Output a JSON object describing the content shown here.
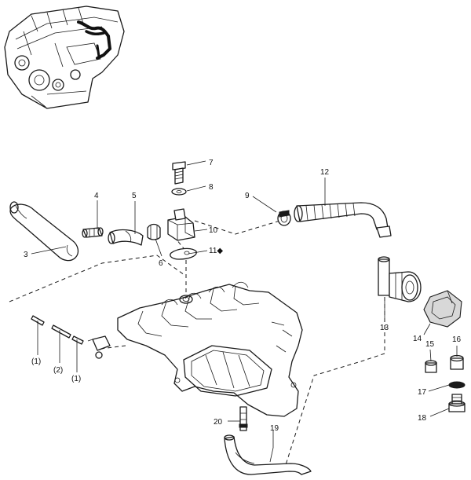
{
  "callouts": [
    {
      "id": "c7",
      "text": "7"
    },
    {
      "id": "c8",
      "text": "8"
    },
    {
      "id": "c12",
      "text": "12"
    },
    {
      "id": "c4",
      "text": "4"
    },
    {
      "id": "c5",
      "text": "5"
    },
    {
      "id": "c9",
      "text": "9"
    },
    {
      "id": "c10",
      "text": "10"
    },
    {
      "id": "c11",
      "text": "11◆"
    },
    {
      "id": "c3",
      "text": "3"
    },
    {
      "id": "c6",
      "text": "6"
    },
    {
      "id": "c13",
      "text": "13"
    },
    {
      "id": "c14",
      "text": "14"
    },
    {
      "id": "c15",
      "text": "15"
    },
    {
      "id": "c16",
      "text": "16"
    },
    {
      "id": "c17",
      "text": "17"
    },
    {
      "id": "c18",
      "text": "18"
    },
    {
      "id": "c20",
      "text": "20"
    },
    {
      "id": "c19",
      "text": "19"
    },
    {
      "id": "cp1a",
      "text": "(1)"
    },
    {
      "id": "cp2",
      "text": "(2)"
    },
    {
      "id": "cp1b",
      "text": "(1)"
    }
  ],
  "colors": {
    "line": "#1a1a1a",
    "background": "#ffffff",
    "shade": "#d8d8d8"
  }
}
